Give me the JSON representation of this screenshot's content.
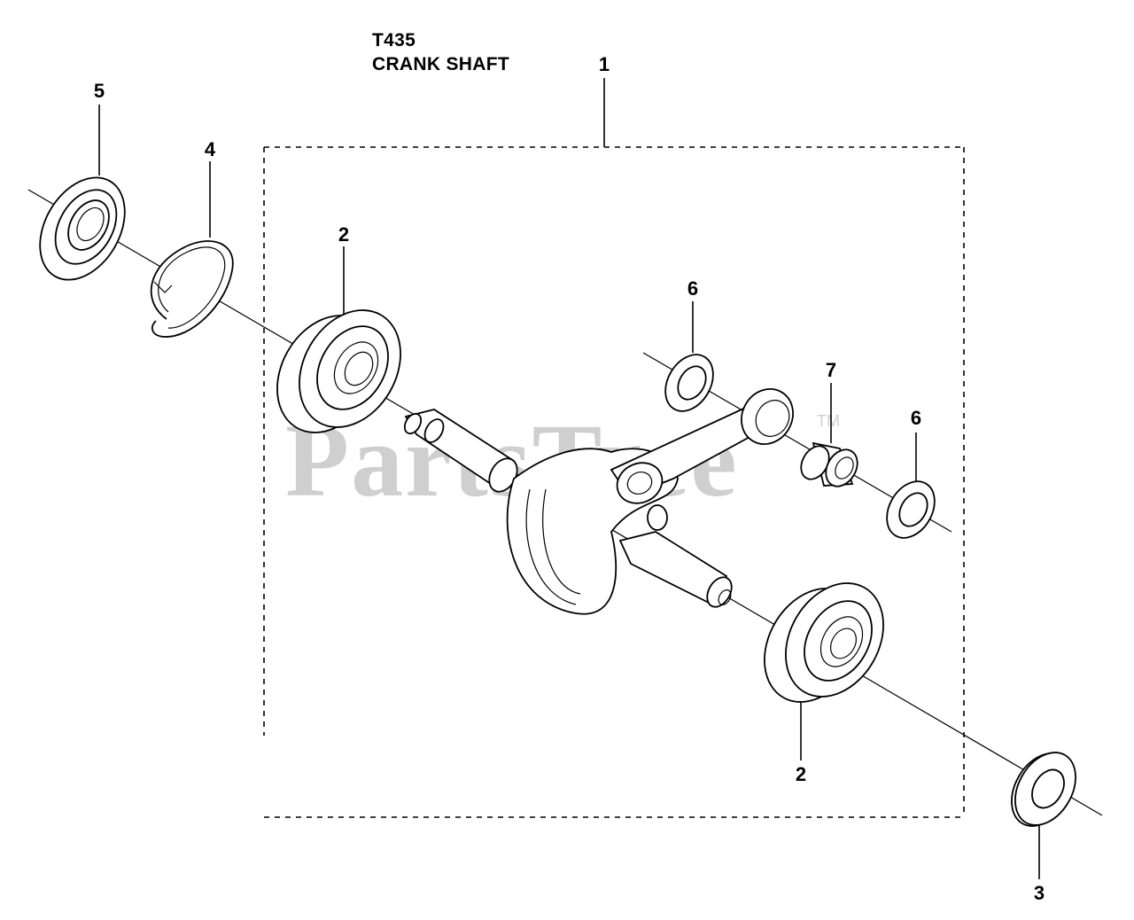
{
  "header": {
    "model": "T435",
    "section": "CRANK SHAFT"
  },
  "watermark": {
    "brand": "PartsTree",
    "trademark": "TM"
  },
  "callouts": {
    "c1": "1",
    "c2a": "2",
    "c2b": "2",
    "c3": "3",
    "c4": "4",
    "c5": "5",
    "c6a": "6",
    "c6b": "6",
    "c7": "7"
  },
  "colors": {
    "line": "#000000",
    "watermark": "#cfcfcf",
    "background": "#ffffff"
  }
}
